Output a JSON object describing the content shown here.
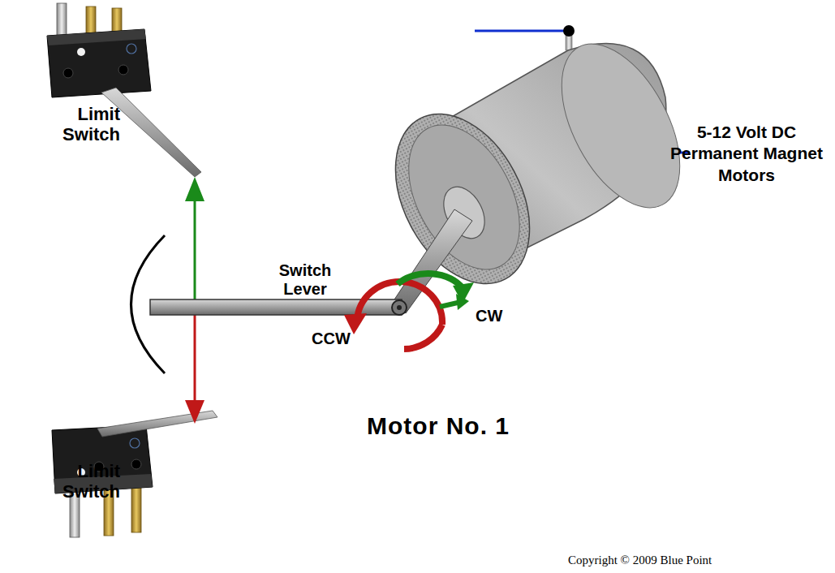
{
  "diagram": {
    "labels": [
      "Limit Switch",
      "Switch Lever",
      "5-12 Volt DC Permanent Magnet Motors",
      "CW",
      "CCW",
      "Motor No. 1",
      "Limit Switch",
      "Copyright © 2009 Blue Point"
    ]
  }
}
